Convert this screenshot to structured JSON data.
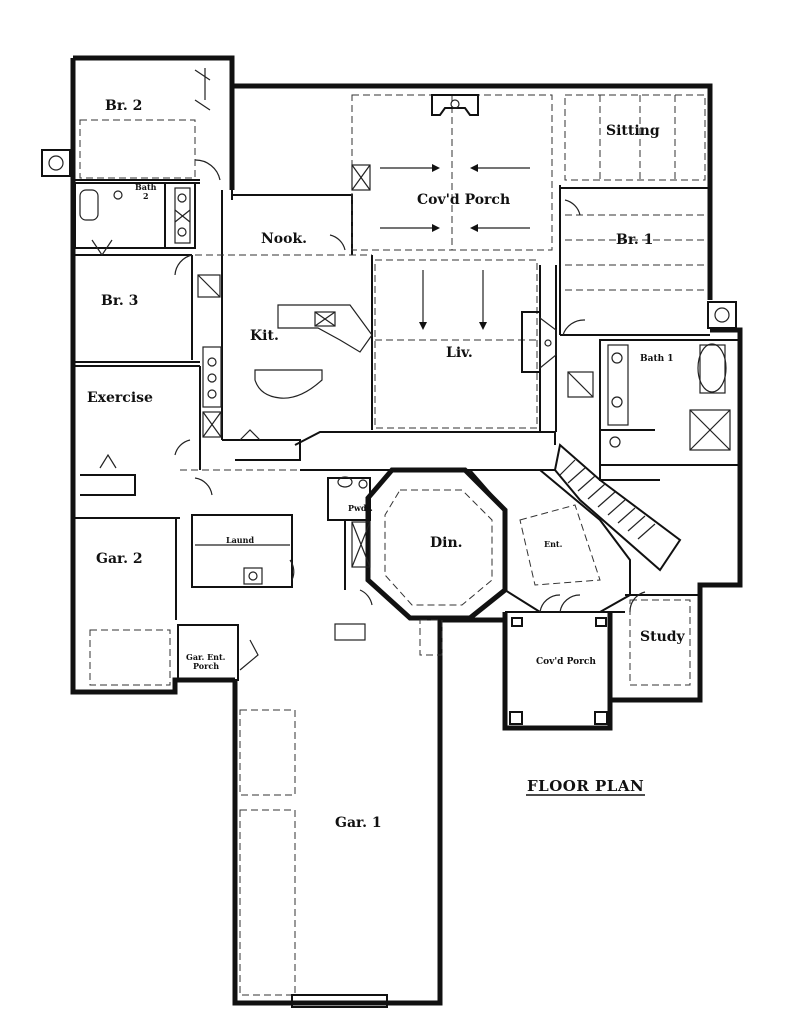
{
  "title": "FLOOR PLAN",
  "rooms": {
    "br2": "Br. 2",
    "bath2_a": "Bath",
    "bath2_b": "2",
    "br3": "Br. 3",
    "exercise": "Exercise",
    "gar2": "Gar. 2",
    "gar_ent_porch_a": "Gar. Ent.",
    "gar_ent_porch_b": "Porch",
    "nook": "Nook.",
    "kit": "Kit.",
    "covd_porch_rear": "Cov'd Porch",
    "liv": "Liv.",
    "sitting": "Sitting",
    "br1": "Br. 1",
    "bath1": "Bath 1",
    "laund": "Laund",
    "pwdr": "Pwdr.",
    "din": "Din.",
    "ent": "Ent.",
    "covd_porch_front": "Cov'd Porch",
    "study": "Study",
    "gar1": "Gar. 1"
  }
}
